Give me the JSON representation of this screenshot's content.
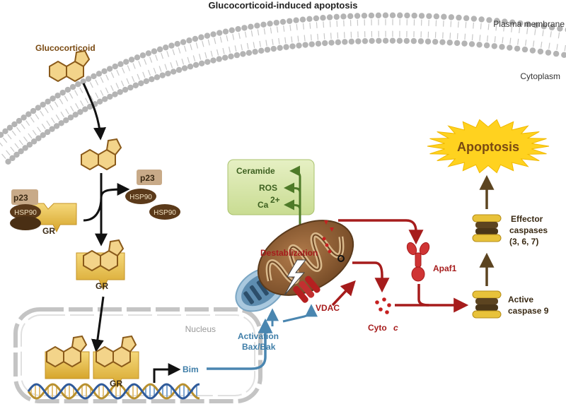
{
  "title": "Glucocorticoid-induced apoptosis",
  "labels": {
    "plasma_membrane": "Plasma membrane",
    "cytoplasm": "Cytoplasm",
    "glucocorticoid": "Glucocorticoid",
    "p23": "p23",
    "hsp90": "HSP90",
    "gr": "GR",
    "nucleus": "Nucleus",
    "bim": "Bim",
    "activation": "Activation",
    "bax_bak": "Bax/Bak",
    "vdac": "VDAC",
    "destabilization": "Destablization",
    "ceramide": "Ceramide",
    "ros": "ROS",
    "ca": "Ca",
    "ca_sup": "2+",
    "cyto": "Cyto",
    "cyto_c": "c",
    "apaf1": "Apaf1",
    "active": "Active",
    "caspase9": "caspase 9",
    "effector": "Effector",
    "caspases": "caspases",
    "caspase_numbers": "(3, 6, 7)",
    "apoptosis": "Apoptosis"
  },
  "colors": {
    "brown_label": "#7a4a12",
    "red": "#a61c1c",
    "blue": "#3f7ea8",
    "green": "#3d6020",
    "gold": "#e0b43a",
    "membrane": "#b8b8b8"
  }
}
